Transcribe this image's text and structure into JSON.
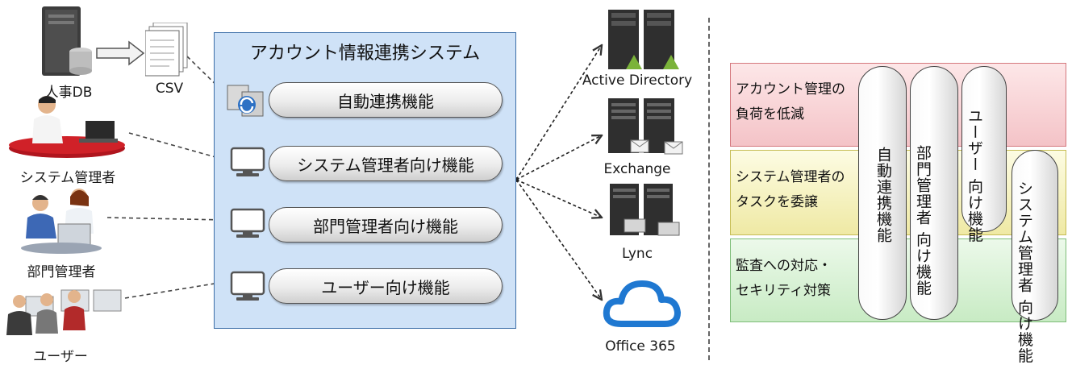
{
  "left_actors": {
    "hr_db_label": "人事DB",
    "csv_label": "CSV",
    "system_admin_label": "システム管理者",
    "dept_admin_label": "部門管理者",
    "user_label": "ユーザー"
  },
  "account_system": {
    "title": "アカウント情報連携システム",
    "functions": [
      "自動連携機能",
      "システム管理者向け機能",
      "部門管理者向け機能",
      "ユーザー向け機能"
    ]
  },
  "targets": {
    "active_directory": "Active Directory",
    "exchange": "Exchange",
    "lync": "Lync",
    "office365": "Office 365"
  },
  "goals": {
    "band1": [
      "アカウント管理の",
      "負荷を低減"
    ],
    "band2": [
      "システム管理者の",
      "タスクを委譲"
    ],
    "band3": [
      "監査への対応・",
      "セキリティ対策"
    ]
  },
  "vertical_features": {
    "auto": "自動連携機能",
    "dept_line1": "部門管理者",
    "dept_line2": "向け機能",
    "user_line1": "ユーザー",
    "user_line2": "向け機能",
    "sysadmin_line1": "システム管理者",
    "sysadmin_line2": "向け機能"
  },
  "colors": {
    "system_box_fill": "#cfe2f7",
    "system_box_border": "#3c6ea8",
    "band_red": "#f6c9cc",
    "band_yellow": "#f3efb0",
    "band_green": "#cfeccd",
    "cloud_blue": "#1f78d1"
  }
}
